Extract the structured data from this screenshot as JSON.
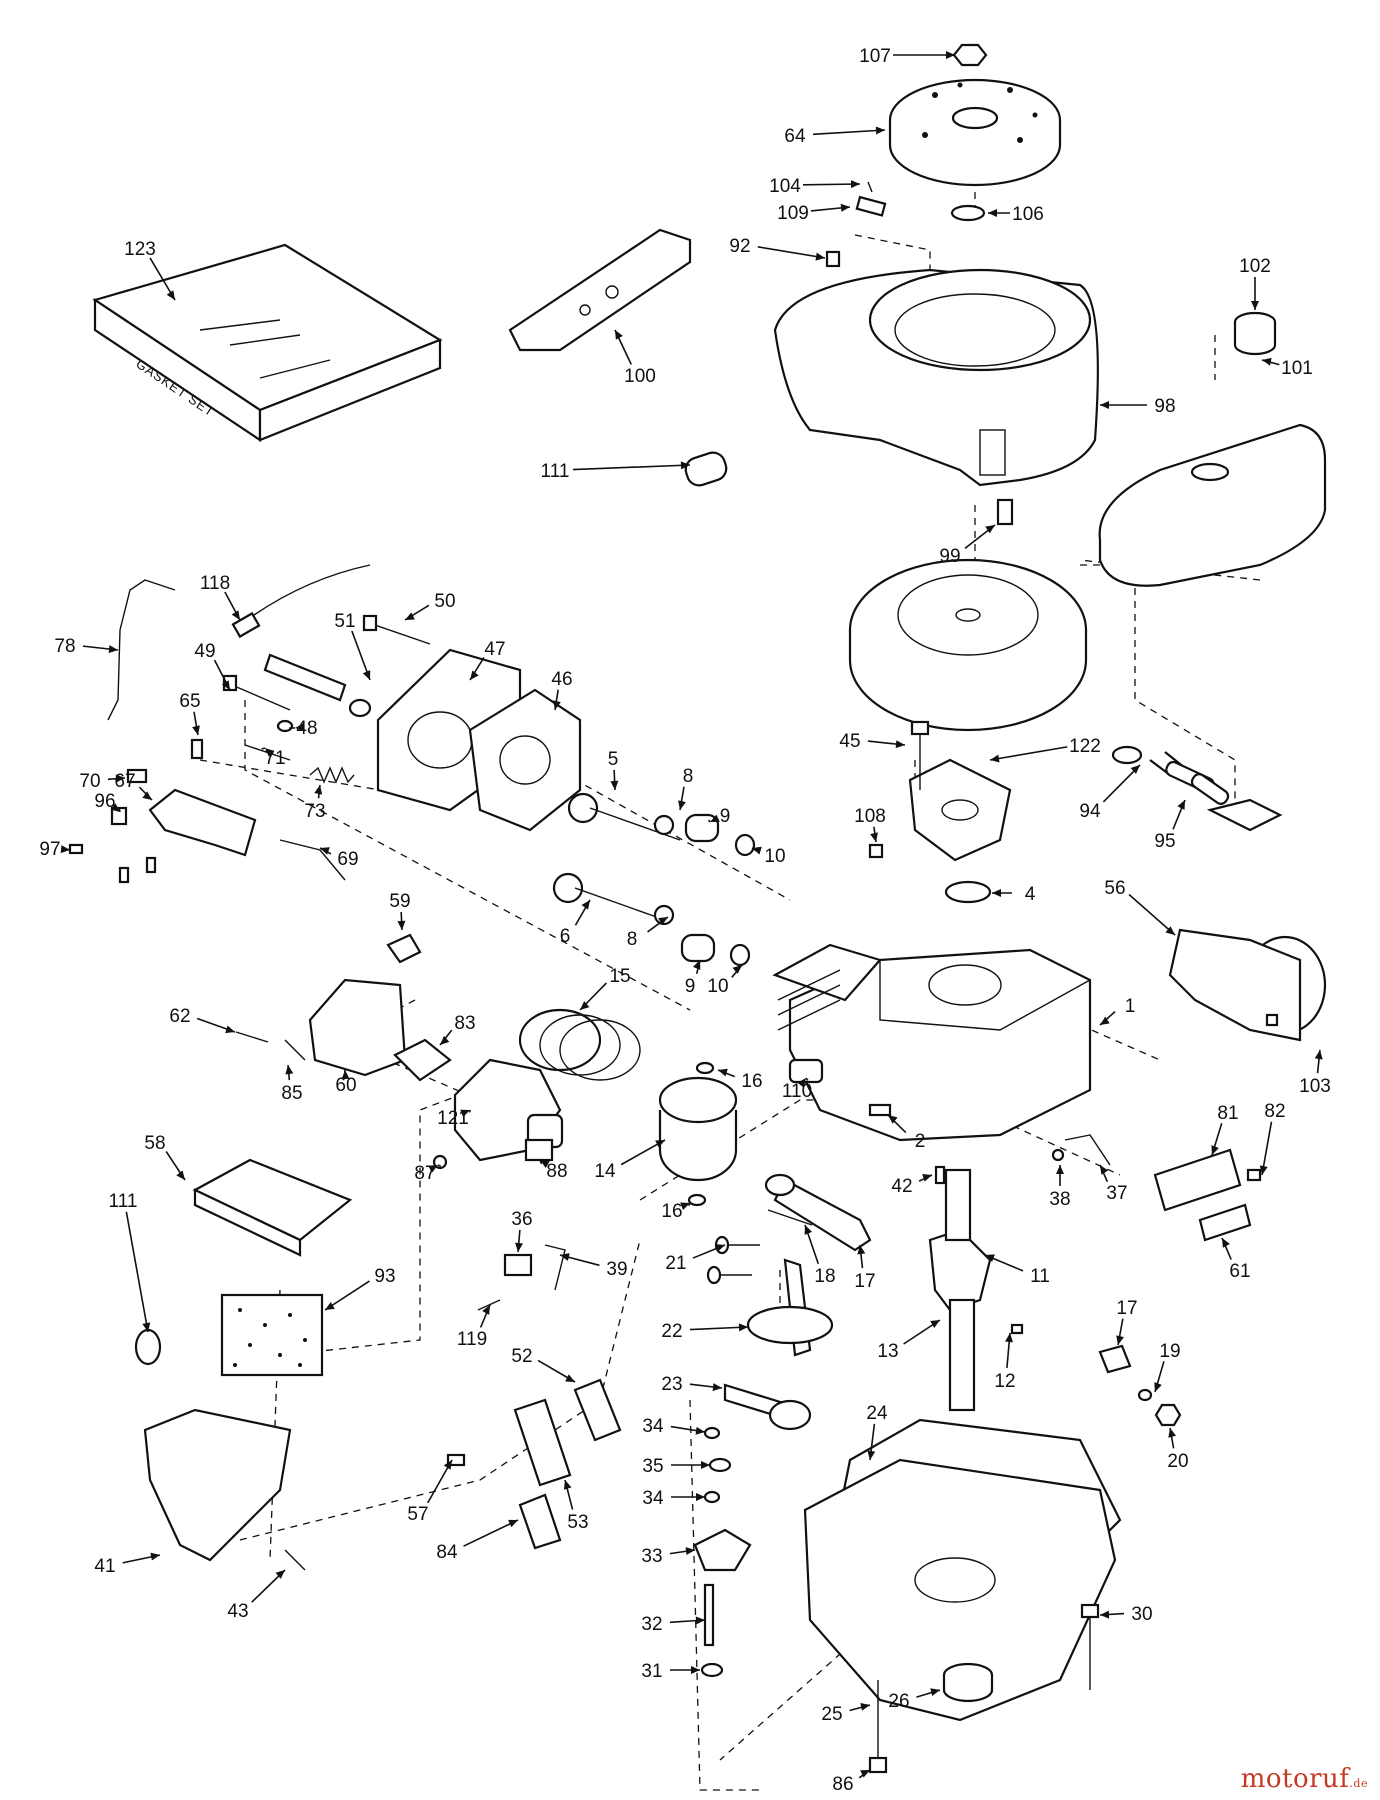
{
  "diagram": {
    "gasket_set_label": "GASKET SET",
    "watermark": {
      "brand": "motoruf",
      "suffix": ".de"
    }
  },
  "callouts": [
    "107",
    "64",
    "104",
    "109",
    "106",
    "92",
    "123",
    "102",
    "101",
    "100",
    "98",
    "111",
    "99",
    "78",
    "118",
    "50",
    "51",
    "47",
    "49",
    "46",
    "65",
    "48",
    "70",
    "71",
    "73",
    "67",
    "96",
    "97",
    "69",
    "5",
    "8",
    "9",
    "10",
    "45",
    "122",
    "94",
    "95",
    "108",
    "6",
    "4",
    "56",
    "59",
    "8",
    "9",
    "10",
    "15",
    "1",
    "103",
    "62",
    "83",
    "85",
    "60",
    "16",
    "121",
    "110",
    "2",
    "81",
    "82",
    "58",
    "14",
    "87",
    "88",
    "42",
    "16",
    "37",
    "38",
    "61",
    "36",
    "39",
    "21",
    "18",
    "17",
    "11",
    "111",
    "93",
    "119",
    "22",
    "13",
    "12",
    "17",
    "19",
    "20",
    "52",
    "23",
    "24",
    "34",
    "35",
    "34",
    "57",
    "53",
    "84",
    "33",
    "41",
    "32",
    "43",
    "30",
    "31",
    "25",
    "26",
    "86"
  ]
}
